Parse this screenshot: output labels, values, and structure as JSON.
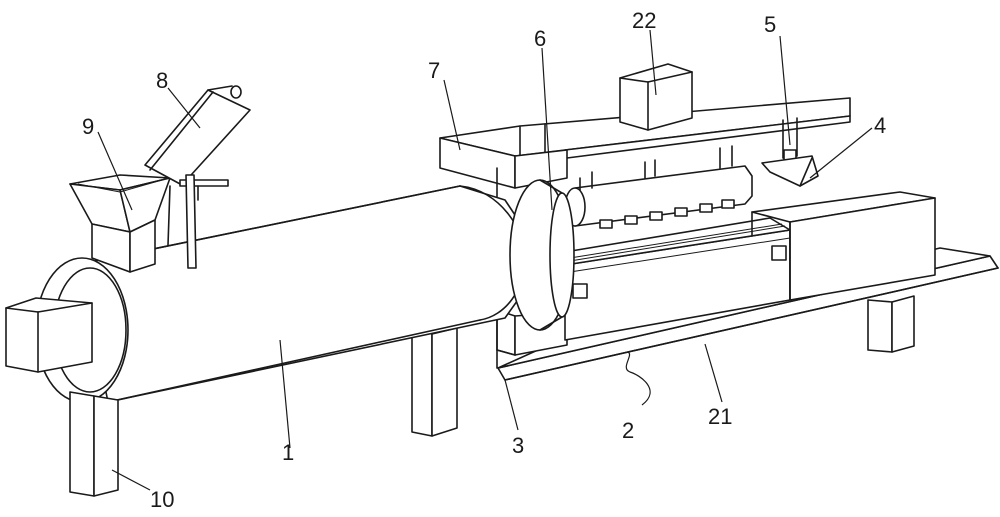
{
  "labels": {
    "l1": "1",
    "l2": "2",
    "l3": "3",
    "l4": "4",
    "l5": "5",
    "l6": "6",
    "l7": "7",
    "l8": "8",
    "l9": "9",
    "l10": "10",
    "l21": "21",
    "l22": "22"
  }
}
